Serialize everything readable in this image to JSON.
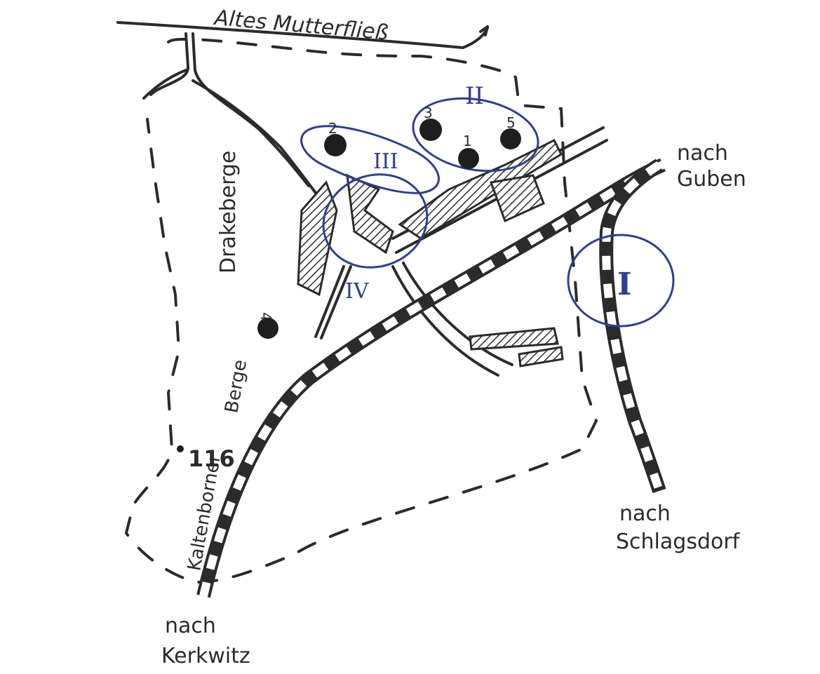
{
  "map": {
    "labels": {
      "stream": "Altes Mutterfließ",
      "drakeberge": "Drakeberge",
      "kaltenborner": "Kaltenborner",
      "berge": "Berge",
      "nach_guben": "nach",
      "guben": "Guben",
      "nach_schlagsdorf": "nach",
      "schlagsdorf": "Schlagsdorf",
      "nach_kerkwitz": "nach",
      "kerkwitz": "Kerkwitz",
      "elevation": "116"
    },
    "zones": {
      "zone_1": "I",
      "zone_2": "II",
      "zone_3": "III",
      "zone_4": "IV"
    },
    "points": {
      "p1": "1",
      "p2": "2",
      "p3": "3",
      "p4": "4",
      "p5": "5"
    },
    "colors": {
      "ink": "#2b2b2b",
      "zone_blue": "#2e3f8f",
      "paper": "#ffffff"
    }
  }
}
